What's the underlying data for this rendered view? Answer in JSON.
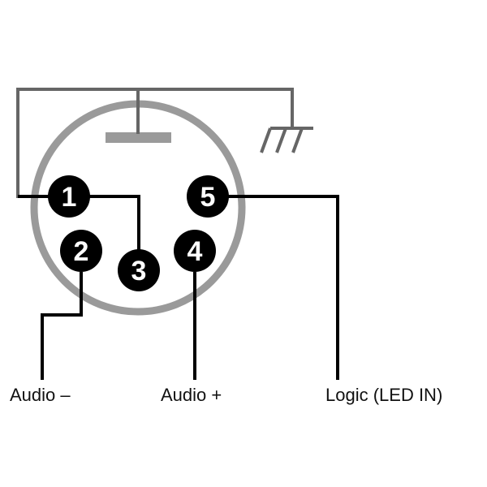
{
  "pins": [
    {
      "number": "1"
    },
    {
      "number": "2"
    },
    {
      "number": "3"
    },
    {
      "number": "4"
    },
    {
      "number": "5"
    }
  ],
  "labels": {
    "audio_minus": "Audio –",
    "audio_plus": "Audio +",
    "logic": "Logic (LED IN)"
  },
  "colors": {
    "wire_gray": "#666666",
    "shell_gray": "#9a9a9a",
    "pin_fill": "#000000",
    "wire_black": "#000000"
  }
}
